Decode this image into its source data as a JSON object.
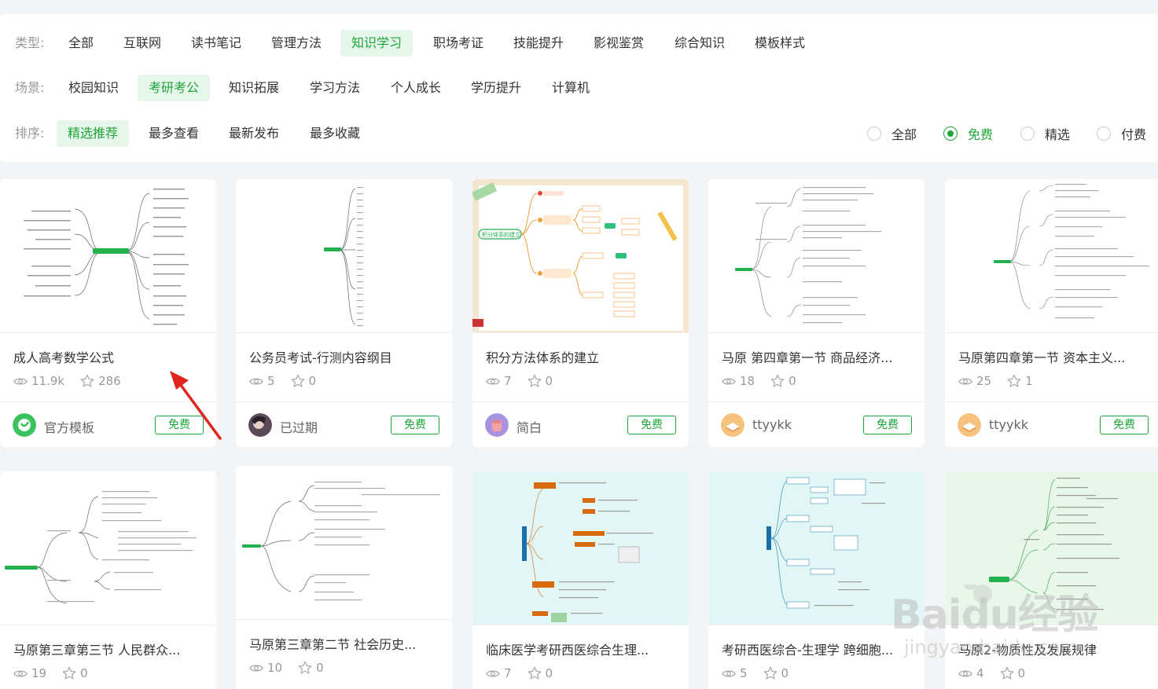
{
  "filters": {
    "type": {
      "label": "类型:",
      "options": [
        "全部",
        "互联网",
        "读书笔记",
        "管理方法",
        "知识学习",
        "职场考证",
        "技能提升",
        "影视鉴赏",
        "综合知识",
        "模板样式"
      ],
      "active": "知识学习"
    },
    "scene": {
      "label": "场景:",
      "options": [
        "校园知识",
        "考研考公",
        "知识拓展",
        "学习方法",
        "个人成长",
        "学历提升",
        "计算机"
      ],
      "active": "考研考公"
    },
    "sort": {
      "label": "排序:",
      "options": [
        "精选推荐",
        "最多查看",
        "最新发布",
        "最多收藏"
      ],
      "active": "精选推荐"
    },
    "price": {
      "options": [
        "全部",
        "免费",
        "精选",
        "付费"
      ],
      "selected": "免费"
    }
  },
  "cards": [
    {
      "title": "成人高考数学公式",
      "views": "11.9k",
      "stars": "286",
      "author": "官方模板",
      "badge": "免费",
      "avatar_icon": "official-template-logo-icon",
      "thumb_root": ""
    },
    {
      "title": "公务员考试-行测内容纲目",
      "views": "5",
      "stars": "0",
      "author": "已过期",
      "badge": "免费",
      "avatar_icon": "user-photo-avatar",
      "thumb_root": ""
    },
    {
      "title": "积分方法体系的建立",
      "views": "7",
      "stars": "0",
      "author": "简白",
      "badge": "免费",
      "avatar_icon": "fist-avatar-icon",
      "thumb_root": "积分体系的建立"
    },
    {
      "title": "马原 第四章第一节 商品经济...",
      "views": "18",
      "stars": "0",
      "author": "ttyykk",
      "badge": "免费",
      "avatar_icon": "book-avatar-icon",
      "thumb_root": ""
    },
    {
      "title": "马原第四章第一节 资本主义...",
      "views": "25",
      "stars": "1",
      "author": "ttyykk",
      "badge": "免费",
      "avatar_icon": "book-avatar-icon",
      "thumb_root": ""
    },
    {
      "title": "马原第三章第三节 人民群众...",
      "views": "19",
      "stars": "0"
    },
    {
      "title": "马原第三章第二节 社会历史...",
      "views": "10",
      "stars": "0"
    },
    {
      "title": "临床医学考研西医综合生理...",
      "views": "7",
      "stars": "0"
    },
    {
      "title": "考研西医综合-生理学 跨细胞...",
      "views": "5",
      "stars": "0"
    },
    {
      "title": "马原2-物质性及发展规律",
      "views": "4",
      "stars": "0"
    }
  ],
  "watermark": {
    "brand": "Baidu经验",
    "sub": "jingyan.baidu.com"
  },
  "colors": {
    "accent": "#1ea53a",
    "accent_bg": "#e7f6ea",
    "annotation_arrow": "#e0251f"
  },
  "icons": {
    "views": "eye-icon",
    "stars": "star-icon"
  }
}
